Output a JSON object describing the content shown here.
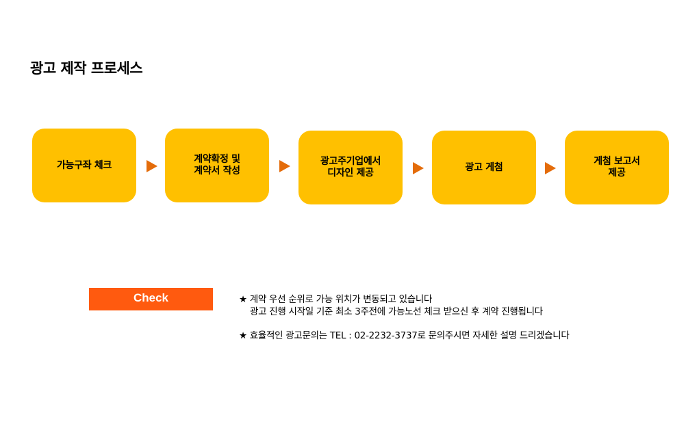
{
  "page": {
    "title": "광고 제작 프로세스"
  },
  "process": {
    "steps": [
      {
        "label": "가능구좌 체크"
      },
      {
        "label": "계약확정 및\n계약서 작성"
      },
      {
        "label": "광고주기업에서\n디자인 제공"
      },
      {
        "label": "광고 게첨"
      },
      {
        "label": "게첨 보고서\n제공"
      }
    ],
    "box_color": "#ffc000",
    "arrow_color": "#e46c0a",
    "arrow_icon": "play-triangle-icon"
  },
  "check": {
    "label": "Check",
    "color": "#ff5a0f"
  },
  "notes": {
    "note1_line1": "★ 계약 우선 순위로 가능 위치가 변동되고 있습니다",
    "note1_line2": "광고 진행 시작일 기준 최소 3주전에 가능노선 체크 받으신 후 계약 진행됩니다",
    "note2_line1": "★ 효율적인 광고문의는 TEL : 02-2232-3737로 문의주시면 자세한 설명 드리겠습니다"
  }
}
